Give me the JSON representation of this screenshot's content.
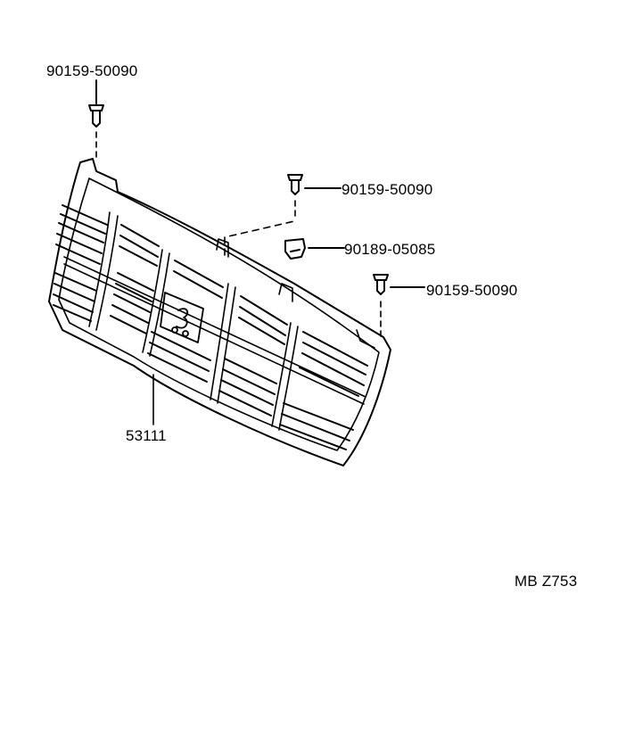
{
  "diagram": {
    "labels": {
      "top_clip": "90159-50090",
      "mid_clip": "90159-50090",
      "nut": "90189-05085",
      "right_clip": "90159-50090",
      "grille": "53111",
      "code": "MB  Z753"
    },
    "colors": {
      "line": "#000000",
      "background": "#ffffff"
    }
  }
}
